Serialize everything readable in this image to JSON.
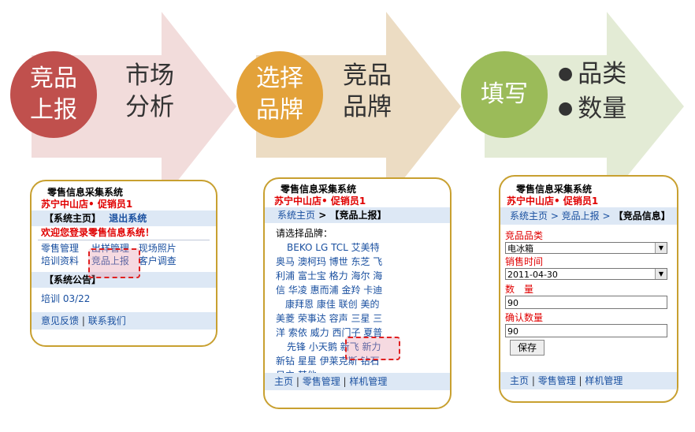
{
  "steps": [
    {
      "circle": [
        "竞品",
        "上报"
      ],
      "text": [
        "市场",
        "分析"
      ]
    },
    {
      "circle": [
        "选择",
        "品牌"
      ],
      "text": [
        "竞品",
        "品牌"
      ]
    },
    {
      "circle": [
        "填写"
      ],
      "bullets": [
        "品类",
        "数量"
      ]
    }
  ],
  "colors": {
    "circle1": "#c0504d",
    "circle2": "#e3a23a",
    "circle3": "#9bbb59",
    "arrow1": "#f2dcdb",
    "arrow2": "#ecdcc3",
    "arrow3": "#e3ebd5",
    "phone_border": "#c8a030"
  },
  "screen1": {
    "app_title": "零售信息采集系统",
    "store": "苏宁中山店• 促销员1",
    "nav_home": "【系统主页】",
    "nav_logout": "退出系统",
    "welcome": "欢迎您登录零售信息系统！",
    "menu_row1": [
      "零售管理",
      "出样管理",
      "现场照片"
    ],
    "menu_row2": [
      "培训资料",
      "竞品上报",
      "客户调查"
    ],
    "notice_title": "【系统公告】",
    "notice_item": "培训 03/22",
    "footer": [
      "意见反馈",
      "联系我们"
    ]
  },
  "screen2": {
    "app_title": "零售信息采集系统",
    "store": "苏宁中山店• 促销员1",
    "breadcrumb_home": "系统主页",
    "breadcrumb_current": "【竞品上报】",
    "prompt": "请选择品牌：",
    "brand_lines": [
      "BEKO   LG   TCL   艾美特",
      "奥马   澳柯玛   博世   东芝   飞",
      "利浦   富士宝   格力   海尔   海",
      "信   华凌   惠而浦   金羚   卡迪",
      "康拜恩   康佳   联创   美的",
      "美菱   荣事达   容声   三星   三",
      "洋   索依   威力   西门子   夏普",
      "先锋   小天鹅   新飞   新力",
      "新钻   星星   伊莱克斯   钻石",
      "日立   其他"
    ],
    "footer": [
      "主页",
      "零售管理",
      "样机管理"
    ]
  },
  "screen3": {
    "app_title": "零售信息采集系统",
    "store": "苏宁中山店• 促销员1",
    "breadcrumb": "系统主页 > 竞品上报 >",
    "breadcrumb_current": "【竞品信息】",
    "category_label": "竞品品类",
    "category_value": "电冰箱",
    "date_label": "销售时间",
    "date_value": "2011-04-30",
    "qty_label": "数　量",
    "qty_value": "90",
    "confirm_label": "确认数量",
    "confirm_value": "90",
    "save_label": "保存",
    "footer": [
      "主页",
      "零售管理",
      "样机管理"
    ]
  }
}
